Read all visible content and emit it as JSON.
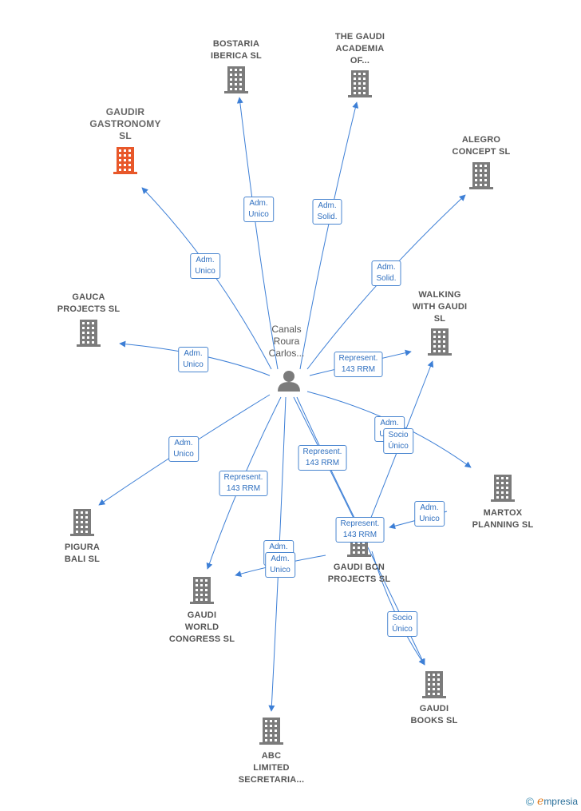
{
  "colors": {
    "edge": "#3d7fd6",
    "building": "#7b7b7b",
    "building_highlight": "#e8582a",
    "person": "#7b7b7b"
  },
  "person": {
    "label": "Canals\nRoura\nCarlos...",
    "icon": "person-icon"
  },
  "companies": [
    {
      "id": "bostaria",
      "label": "BOSTARIA\nIBERICA  SL",
      "highlight": false
    },
    {
      "id": "gaudi-academia",
      "label": "THE GAUDI\nACADEMIA\nOF...",
      "highlight": false
    },
    {
      "id": "gaudir",
      "label": "GAUDIR\nGASTRONOMY\nSL",
      "highlight": true
    },
    {
      "id": "alegro",
      "label": "ALEGRO\nCONCEPT  SL",
      "highlight": false
    },
    {
      "id": "gauca",
      "label": "GAUCA\nPROJECTS  SL",
      "highlight": false
    },
    {
      "id": "walking",
      "label": "WALKING\nWITH GAUDI\nSL",
      "highlight": false
    },
    {
      "id": "martox",
      "label": "MARTOX\nPLANNING  SL",
      "highlight": false
    },
    {
      "id": "pigura",
      "label": "PIGURA\nBALI  SL",
      "highlight": false
    },
    {
      "id": "gaudi-bcn",
      "label": "GAUDI BCN\nPROJECTS  SL",
      "highlight": false
    },
    {
      "id": "gaudi-world",
      "label": "GAUDI\nWORLD\nCONGRESS  SL",
      "highlight": false
    },
    {
      "id": "gaudi-books",
      "label": "GAUDI\nBOOKS  SL",
      "highlight": false
    },
    {
      "id": "abc",
      "label": "ABC\nLIMITED\nSECRETARIA...",
      "highlight": false
    }
  ],
  "edges": [
    {
      "id": "e-bostaria",
      "label": "Adm.\nUnico"
    },
    {
      "id": "e-academia",
      "label": "Adm.\nSolid."
    },
    {
      "id": "e-gaudir",
      "label": "Adm.\nUnico"
    },
    {
      "id": "e-alegro",
      "label": "Adm.\nSolid."
    },
    {
      "id": "e-gauca",
      "label": "Adm.\nUnico"
    },
    {
      "id": "e-walking",
      "label": "Represent.\n143 RRM"
    },
    {
      "id": "e-martox",
      "label": "Adm.\nUnico"
    },
    {
      "id": "e-bcn-walking",
      "label": "Socio\nÚnico"
    },
    {
      "id": "e-pigura",
      "label": "Adm.\nUnico"
    },
    {
      "id": "e-world",
      "label": "Represent.\n143 RRM"
    },
    {
      "id": "e-bcn-rep",
      "label": "Represent.\n143 RRM"
    },
    {
      "id": "e-martox-bcn",
      "label": "Adm.\nUnico"
    },
    {
      "id": "e-bcn-rep2",
      "label": "Represent.\n143 RRM"
    },
    {
      "id": "e-abc-1",
      "label": "Adm.\nUnico"
    },
    {
      "id": "e-abc-2",
      "label": "Adm.\nUnico"
    },
    {
      "id": "e-books",
      "label": "Socio\nÚnico"
    }
  ],
  "footer": {
    "copyright": "©",
    "brand_initial": "e",
    "brand_rest": "mpresia"
  }
}
